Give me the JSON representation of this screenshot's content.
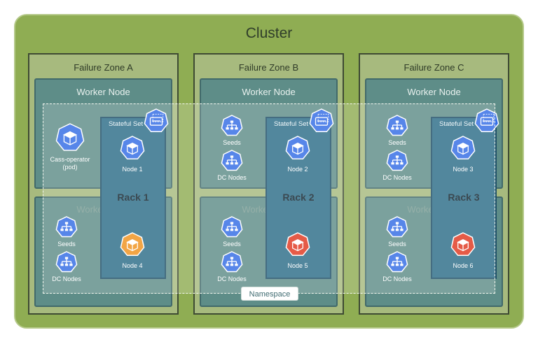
{
  "cluster": {
    "title": "Cluster"
  },
  "zones": [
    {
      "title": "Failure Zone A",
      "worker_top": "Worker Node",
      "worker_bottom": "Worker Node",
      "stateful_set": "Stateful Set",
      "rack": "Rack 1",
      "top_items": [
        {
          "label": "Cass-operator\n(pod)"
        }
      ],
      "bottom_items": [
        {
          "label": "Seeds"
        },
        {
          "label": "DC Nodes"
        }
      ],
      "node_top": "Node 1",
      "node_bottom": "Node 4"
    },
    {
      "title": "Failure Zone B",
      "worker_top": "Worker Node",
      "worker_bottom": "Worker Node",
      "stateful_set": "Stateful Set",
      "rack": "Rack 2",
      "top_items": [
        {
          "label": "Seeds"
        },
        {
          "label": "DC Nodes"
        }
      ],
      "bottom_items": [
        {
          "label": "Seeds"
        },
        {
          "label": "DC Nodes"
        }
      ],
      "node_top": "Node 2",
      "node_bottom": "Node 5"
    },
    {
      "title": "Failure Zone C",
      "worker_top": "Worker Node",
      "worker_bottom": "Worker Node",
      "stateful_set": "Stateful Set",
      "rack": "Rack 3",
      "top_items": [
        {
          "label": "Seeds"
        },
        {
          "label": "DC Nodes"
        }
      ],
      "bottom_items": [
        {
          "label": "Seeds"
        },
        {
          "label": "DC Nodes"
        }
      ],
      "node_top": "Node 3",
      "node_bottom": "Node 6"
    }
  ],
  "namespace": {
    "label": "Namespace"
  },
  "colors": {
    "hex_blue": "#326ce5",
    "hex_orange": "#f0921d",
    "hex_red": "#e0371f",
    "rack": "#2c6d88"
  },
  "icons": {
    "pod": "cube-icon",
    "network": "network-tree-icon",
    "statefulset": "storage-icon"
  }
}
